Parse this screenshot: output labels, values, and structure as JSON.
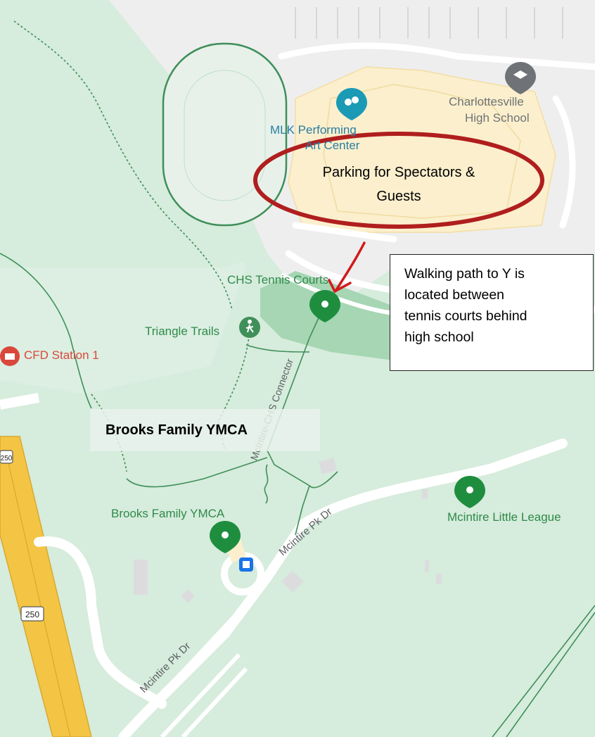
{
  "map": {
    "colors": {
      "park_green": "#d6ecdc",
      "light_green": "#e5f2e8",
      "building_yellow": "#fbefcd",
      "urban_gray": "#eeeeef",
      "road_white": "#ffffff",
      "highway_yellow": "#f4c544",
      "trail_green": "#3f8f59",
      "callout_red": "#b01e1e",
      "poi_green": "#1e8e3e",
      "poi_teal": "#1a9ab5",
      "poi_red": "#d9483b"
    },
    "labels": {
      "high_school_line1": "Charlottesville",
      "high_school_line2": "High School",
      "performing_arts_line1": "MLK Performing",
      "performing_arts_line2": "Art Center",
      "tennis_courts": "CHS Tennis Courts",
      "triangle_trails": "Triangle Trails",
      "fire_station": "CFD Station 1",
      "connector": "McIntire-CHS Connector",
      "ymca_pin": "Brooks Family YMCA",
      "little_league": "Mcintire Little League",
      "road_upper": "Mcintire Pk Dr",
      "road_lower": "Mcintire Pk Dr",
      "highway_shield": "250",
      "highway_shield_top": "250"
    },
    "icons": [
      "education-icon",
      "theater-icon",
      "place-pin-icon",
      "hiking-icon",
      "fire-station-icon",
      "bus-stop-icon"
    ]
  },
  "annotations": {
    "parking_line1": "Parking for Spectators &",
    "parking_line2": "Guests",
    "note_line1": "Walking path to Y is",
    "note_line2": "located between",
    "note_line3": "tennis courts behind",
    "note_line4": "high school",
    "ymca_banner": "Brooks Family YMCA"
  }
}
